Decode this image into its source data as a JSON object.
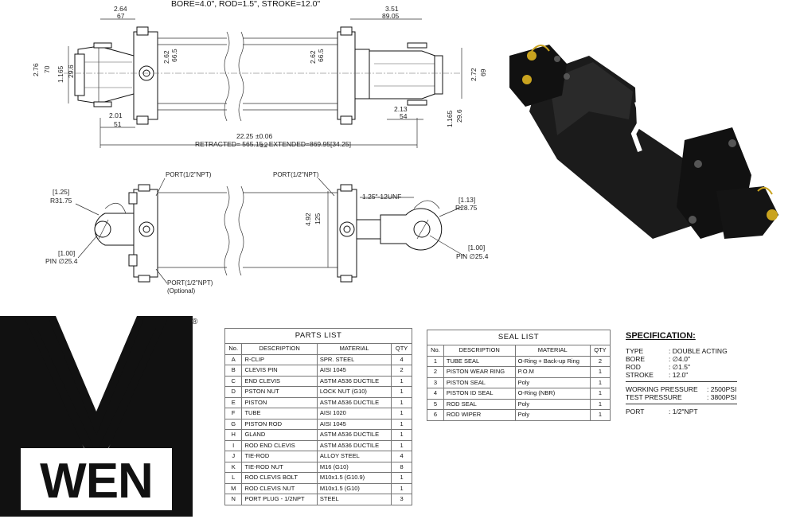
{
  "header": {
    "title": "BORE=4.0\", ROD=1.5\", STROKE=12.0\""
  },
  "top_view_dims": {
    "d_2_64": "2.64",
    "d_67": "67",
    "d_3_51": "3.51",
    "d_89_05": "89.05",
    "d_2_76": "2.76",
    "d_70": "70",
    "d_1_165": "1.165",
    "d_29_6": "29.6",
    "d_2_62": "2.62",
    "d_66_5": "66.5",
    "d_2_62b": "2.62",
    "d_66_5b": "66.5",
    "d_2_72": "2.72",
    "d_69": "69",
    "d_2_01": "2.01",
    "d_51": "51",
    "d_2_13": "2.13",
    "d_54": "54",
    "d_1_165b": "1.165",
    "d_29_6b": "29.6",
    "d_22_25": "22.25",
    "d_tol": "±0.06",
    "retracted": "RETRACTED= 565.15",
    "retracted_tol": "±2",
    "extended": ", EXTENDED=869.95[34.25]"
  },
  "side_view_dims": {
    "port1": "PORT(1/2\"NPT)",
    "port2": "PORT(1/2\"NPT)",
    "port3": "PORT(1/2\"NPT)",
    "optional": "(Optional)",
    "d_1_25": "[1.25]",
    "r_31_75": "R31.75",
    "d_1_00": "[1.00]",
    "pin_25_4": "PIN ∅25.4",
    "thread": "1.25\"-12UNF",
    "d_4_92": "4.92",
    "d_125": "125",
    "d_1_13": "[1.13]",
    "r_28_75": "R28.75",
    "d_1_00b": "[1.00]",
    "pin_25_4b": "PIN ∅25.4"
  },
  "logo": {
    "text": "WEN",
    "registered": "®"
  },
  "parts_list": {
    "title": "PARTS   LIST",
    "headers": [
      "No.",
      "DESCRIPTION",
      "MATERIAL",
      "QTY"
    ],
    "rows": [
      [
        "A",
        "R-CLIP",
        "SPR. STEEL",
        "4"
      ],
      [
        "B",
        "CLEVIS PIN",
        "AISI 1045",
        "2"
      ],
      [
        "C",
        "END CLEVIS",
        "ASTM A536 DUCTILE",
        "1"
      ],
      [
        "D",
        "PSTON NUT",
        "LOCK NUT (G10)",
        "1"
      ],
      [
        "E",
        "PISTON",
        "ASTM A536 DUCTILE",
        "1"
      ],
      [
        "F",
        "TUBE",
        "AISI 1020",
        "1"
      ],
      [
        "G",
        "PISTON ROD",
        "AISI 1045",
        "1"
      ],
      [
        "H",
        "GLAND",
        "ASTM A536 DUCTILE",
        "1"
      ],
      [
        "I",
        "ROD END CLEVIS",
        "ASTM A536 DUCTILE",
        "1"
      ],
      [
        "J",
        "TIE-ROD",
        "ALLOY STEEL",
        "4"
      ],
      [
        "K",
        "TIE-ROD NUT",
        "M16 (G10)",
        "8"
      ],
      [
        "L",
        "ROD CLEVIS BOLT",
        "M10x1.5 (G10.9)",
        "1"
      ],
      [
        "M",
        "ROD CLEVIS NUT",
        "M10x1.5 (G10)",
        "1"
      ],
      [
        "N",
        "PORT PLUG - 1/2NPT",
        "STEEL",
        "3"
      ]
    ]
  },
  "seal_list": {
    "title": "SEAL LIST",
    "headers": [
      "No.",
      "DESCRIPTION",
      "MATERIAL",
      "QTY"
    ],
    "rows": [
      [
        "1",
        "TUBE SEAL",
        "O-Ring + Back-up Ring",
        "2"
      ],
      [
        "2",
        "PISTON WEAR RING",
        "P.O.M",
        "1"
      ],
      [
        "3",
        "PISTON SEAL",
        "Poly",
        "1"
      ],
      [
        "4",
        "PISTON ID SEAL",
        "O-Ring (NBR)",
        "1"
      ],
      [
        "5",
        "ROD SEAL",
        "Poly",
        "1"
      ],
      [
        "6",
        "ROD WIPER",
        "Poly",
        "1"
      ]
    ]
  },
  "specification": {
    "title": "SPECIFICATION:",
    "rows": [
      {
        "k": "TYPE",
        "v": ": DOUBLE ACTING"
      },
      {
        "k": "BORE",
        "v": ": ∅4.0\""
      },
      {
        "k": "ROD",
        "v": ": ∅1.5\""
      },
      {
        "k": "STROKE",
        "v": ": 12.0\""
      }
    ],
    "pressure_rows": [
      {
        "k": "WORKING PRESSURE",
        "v": ": 2500PSI"
      },
      {
        "k": "TEST PRESSURE",
        "v": ": 3800PSI"
      }
    ],
    "port": {
      "k": "PORT",
      "v": ": 1/2\"NPT"
    }
  },
  "colors": {
    "ink": "#111111",
    "render_body": "#1a1a1a",
    "render_pin": "#c9a31f"
  }
}
